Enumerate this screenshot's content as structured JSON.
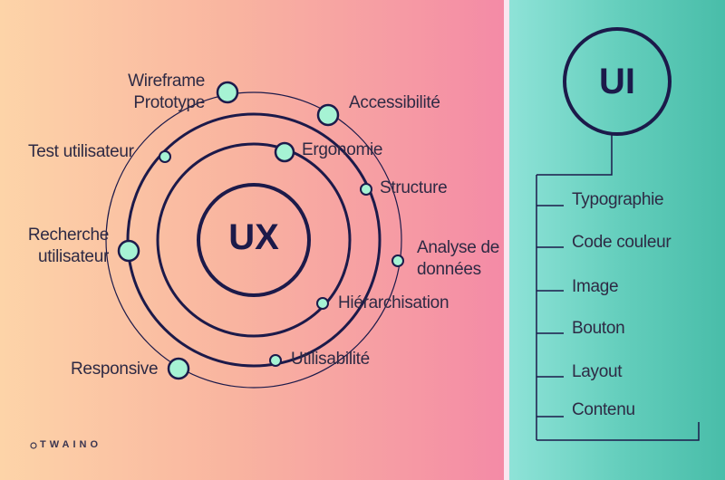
{
  "ux": {
    "title": "UX",
    "labels": {
      "wireframe_line1": "Wireframe",
      "wireframe_line2": "Prototype",
      "accessibilite": "Accessibilité",
      "test_utilisateur": "Test utilisateur",
      "ergonomie": "Ergonomie",
      "structure": "Structure",
      "recherche_line1": "Recherche",
      "recherche_line2": "utilisateur",
      "analyse_line1": "Analyse de",
      "analyse_line2": "données",
      "hierarchisation": "Hiérarchisation",
      "responsive": "Responsive",
      "utilisabilite": "Utilisabilité"
    }
  },
  "ui": {
    "title": "UI",
    "items": [
      "Typographie",
      "Code couleur",
      "Image",
      "Bouton",
      "Layout",
      "Contenu"
    ]
  },
  "logo": {
    "text": "TWAINO"
  },
  "colors": {
    "navy": "#1c1a4a",
    "node_fill": "#a6f3d4",
    "ux_left": "#fdd4a8",
    "ux_right": "#f48aa6",
    "ui_left": "#8fe3d8",
    "ui_right": "#49bda9"
  }
}
